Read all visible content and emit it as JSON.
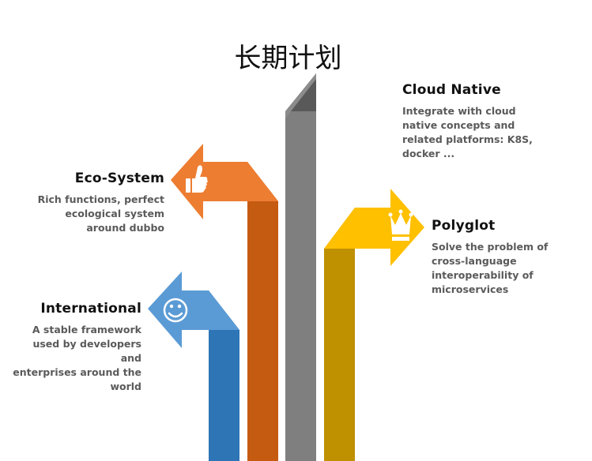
{
  "title": "长期计划",
  "colors": {
    "blue": "#5b9bd5",
    "blue_dark": "#2e75b6",
    "orange": "#ed7d31",
    "orange_dark": "#c55a11",
    "gold": "#ffc000",
    "gold_dark": "#bf9000",
    "gray": "#7f7f7f",
    "gray_dark": "#595959"
  },
  "items": {
    "cloud_native": {
      "heading": "Cloud Native",
      "text": "Integrate with cloud\nnative concepts and\nrelated platforms: K8S,\ndocker ..."
    },
    "eco_system": {
      "heading": "Eco-System",
      "text": "Rich functions, perfect\necological system\naround dubbo",
      "icon": "thumbs-up-icon"
    },
    "polyglot": {
      "heading": "Polyglot",
      "text": "Solve the problem of\ncross-language\ninteroperability of\nmicroservices",
      "icon": "crown-icon"
    },
    "international": {
      "heading": "International",
      "text": "A stable framework\nused by developers and\nenterprises around the\nworld",
      "icon": "smiley-icon"
    }
  }
}
